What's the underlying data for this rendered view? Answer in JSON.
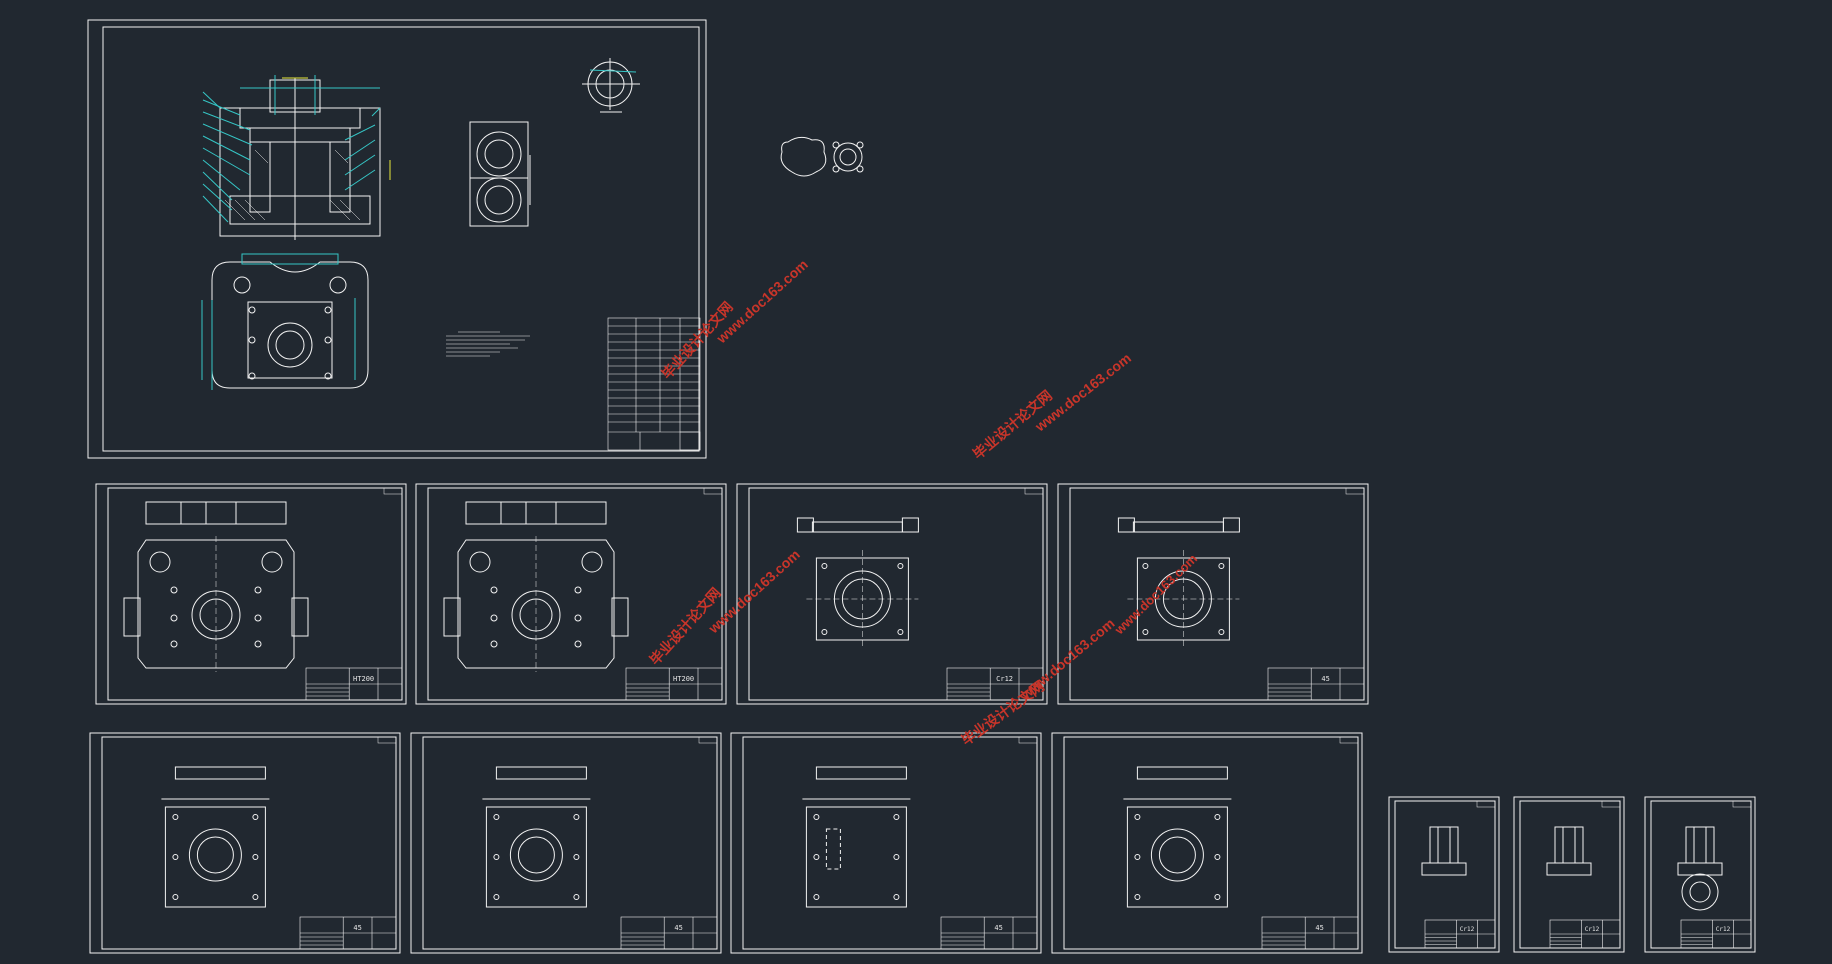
{
  "watermarks": {
    "cn_label": "毕业设计论文网",
    "url_label": "www.doc163.com"
  },
  "sheet_materials": {
    "s1": "HT200",
    "s2": "HT200",
    "s3": "Cr12",
    "s4": "45",
    "s5": "45",
    "s6": "45",
    "s7": "45",
    "s8": "45",
    "s9": "Cr12",
    "s10": "Cr12",
    "s11": "Cr12"
  },
  "colors": {
    "background": "#212830",
    "line": "#f2f2f2",
    "cyan_dim": "#35c6c6",
    "yellow_dim": "#e8e83a",
    "watermark": "#c8352a"
  }
}
